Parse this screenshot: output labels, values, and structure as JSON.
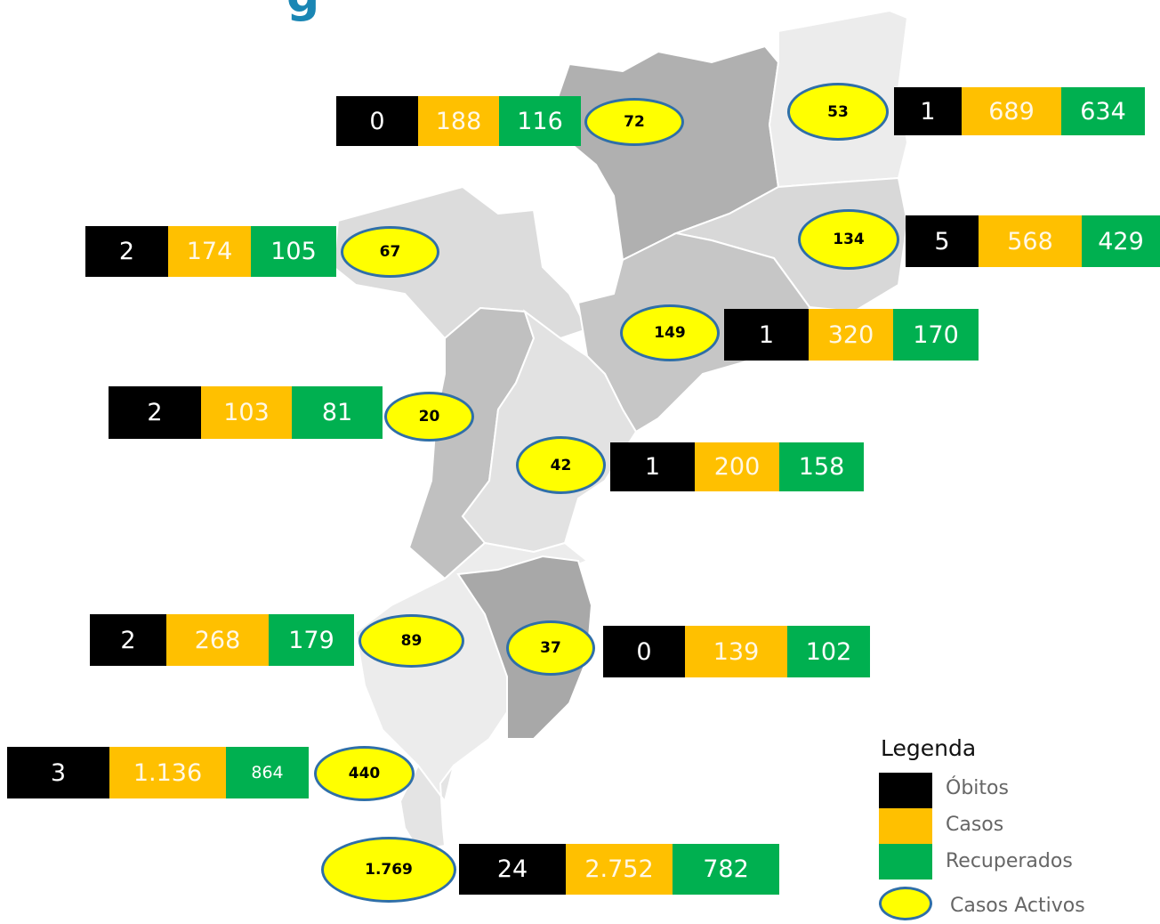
{
  "title_fragment": "g",
  "legend": {
    "title": "Legenda",
    "obitos": "Óbitos",
    "casos": "Casos",
    "recuperados": "Recuperados",
    "casos_activos": "Casos Activos"
  },
  "colors": {
    "obitos": "#000000",
    "casos": "#ffc000",
    "recuperados": "#00b050",
    "casos_activos": "#ffff00",
    "oval_border": "#2f6fa8"
  },
  "regions": [
    {
      "obitos": "0",
      "casos": "188",
      "recuperados": "116",
      "activos": "72"
    },
    {
      "obitos": "1",
      "casos": "689",
      "recuperados": "634",
      "activos": "53"
    },
    {
      "obitos": "2",
      "casos": "174",
      "recuperados": "105",
      "activos": "67"
    },
    {
      "obitos": "5",
      "casos": "568",
      "recuperados": "429",
      "activos": "134"
    },
    {
      "obitos": "1",
      "casos": "320",
      "recuperados": "170",
      "activos": "149"
    },
    {
      "obitos": "2",
      "casos": "103",
      "recuperados": "81",
      "activos": "20"
    },
    {
      "obitos": "1",
      "casos": "200",
      "recuperados": "158",
      "activos": "42"
    },
    {
      "obitos": "2",
      "casos": "268",
      "recuperados": "179",
      "activos": "89"
    },
    {
      "obitos": "0",
      "casos": "139",
      "recuperados": "102",
      "activos": "37"
    },
    {
      "obitos": "3",
      "casos": "1.136",
      "recuperados": "864",
      "activos": "440"
    },
    {
      "obitos": "24",
      "casos": "2.752",
      "recuperados": "782",
      "activos": "1.769"
    }
  ]
}
